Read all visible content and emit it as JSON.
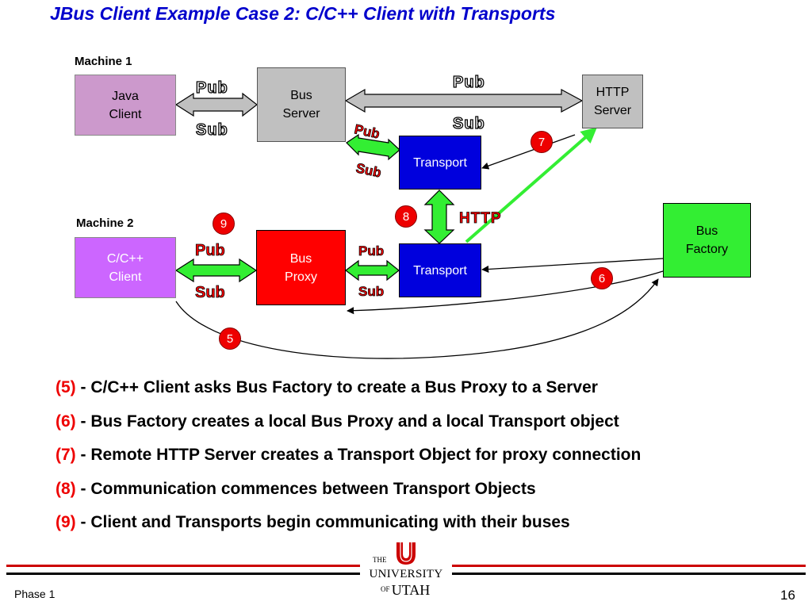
{
  "slide": {
    "title": "JBus Client Example Case 2: C/C++ Client with Transports",
    "footer_left": "Phase 1",
    "page_number": "16"
  },
  "diagram": {
    "machine1_label": "Machine 1",
    "machine2_label": "Machine 2",
    "boxes": {
      "java_client": "Java\nClient",
      "bus_server": "Bus\nServer",
      "http_server": "HTTP\nServer",
      "transport_top": "Transport",
      "cpp_client": "C/C++\nClient",
      "bus_proxy": "Bus\nProxy",
      "transport_bottom": "Transport",
      "bus_factory": "Bus\nFactory"
    },
    "arrow_labels": {
      "pub": "Pub",
      "sub": "Sub",
      "http": "HTTP"
    },
    "badges": {
      "five": "5",
      "six": "6",
      "seven": "7",
      "eight": "8",
      "nine": "9"
    },
    "colors": {
      "gray_box": "#c0c0c0",
      "java_client": "#cc99cc",
      "cpp_client": "#cc66ff",
      "transport": "#0000dd",
      "bus_proxy": "#ff0000",
      "bus_factory": "#33ee33",
      "green_arrow": "#33ee33",
      "badge": "#ee0000",
      "title": "#0000cc"
    }
  },
  "steps": [
    {
      "num": "(5)",
      "text": " - C/C++ Client asks Bus Factory to create a Bus Proxy to a Server"
    },
    {
      "num": "(6)",
      "text": " - Bus Factory creates a local Bus Proxy and a local Transport object"
    },
    {
      "num": "(7)",
      "text": " - Remote HTTP Server creates a Transport Object for proxy connection"
    },
    {
      "num": "(8)",
      "text": " - Communication commences between Transport Objects"
    },
    {
      "num": "(9)",
      "text": " - Client and Transports begin communicating with their buses"
    }
  ],
  "logo": {
    "line1": "THE",
    "line2": "UNIVERSITY",
    "line3": "OF",
    "line4": "UTAH"
  }
}
